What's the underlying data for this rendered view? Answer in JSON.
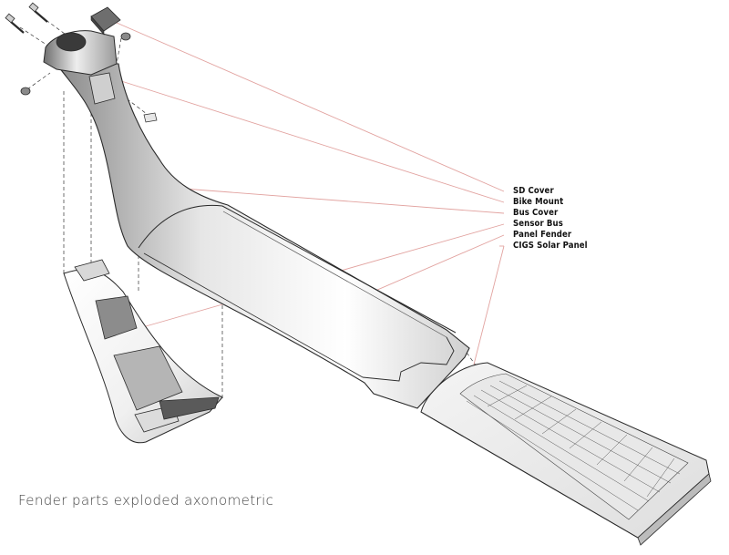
{
  "labels": {
    "sd_cover": "SD Cover",
    "bike_mount": "Bike Mount",
    "bus_cover": "Bus Cover",
    "sensor_bus": "Sensor Bus",
    "panel_fender": "Panel Fender",
    "cigs_solar_panel": "CIGS Solar Panel"
  },
  "caption": "Fender parts exploded axonometric",
  "colors": {
    "leader": "#e2a3a0",
    "outline": "#2a2a2a",
    "body_light": "#f7f7f7",
    "body_shadow": "#bdbdbd"
  }
}
